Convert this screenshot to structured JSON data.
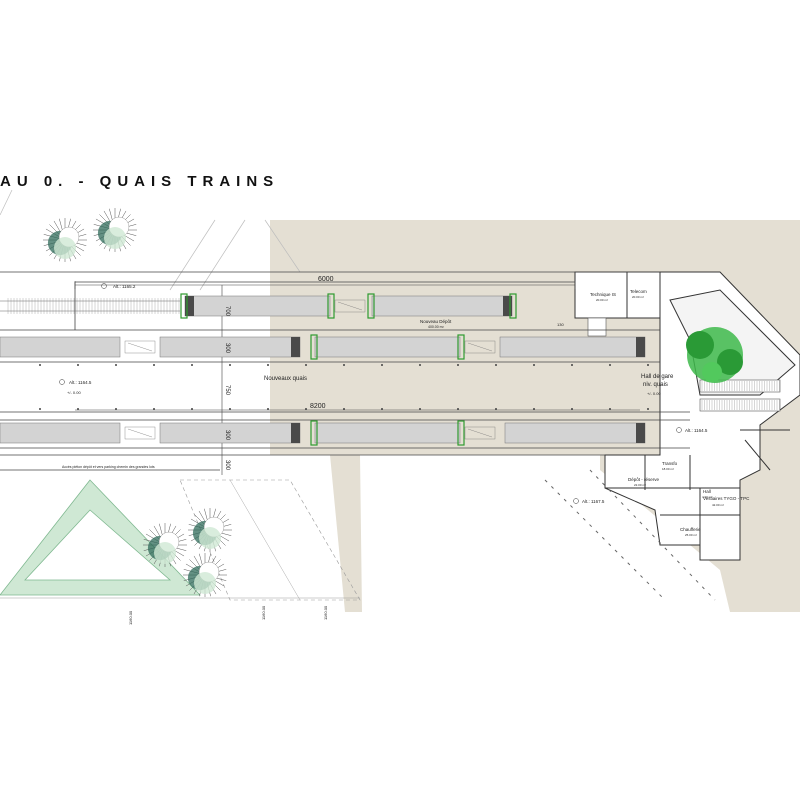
{
  "title": "AU 0. - QUAIS TRAINS",
  "dimensions": {
    "top_length": "6000",
    "mid_length": "8200",
    "track1_width": "700",
    "track2_width": "300",
    "platform_width": "750",
    "track3_width": "300",
    "bottom_width": "300",
    "small_dim": "130"
  },
  "levels": {
    "alt_top": "Alt.: 1165.2",
    "alt_left": "Alt.: 1164.5",
    "alt_left_zero": "+/- 0.00",
    "alt_right": "Alt.: 1164.5",
    "alt_right_zero": "+/- 0.00",
    "alt_south": "Alt.: 1167.5"
  },
  "labels": {
    "nouveau_depot": "Nouveau Dépôt",
    "nouveau_depot_area": "400.00 m²",
    "nouveaux_quais": "Nouveaux quais",
    "hall_line1": "Hall de gare",
    "hall_line2": "niv. quais",
    "access_note": "Accès piéton dépôt et vers parking chemin des grandes lots"
  },
  "rooms": [
    {
      "name": "Technique IS",
      "area": "20.00 m²"
    },
    {
      "name": "Telecom",
      "area": "20.00 m²"
    },
    {
      "name": "Dépôt - réserve",
      "area": "22.00 m²"
    },
    {
      "name": "Transfo",
      "area": "18.00 m²"
    },
    {
      "name": "Hall",
      "area": "4.00 m²"
    },
    {
      "name": "Vestiaires TYGO - TPC",
      "area": "42.00 m²"
    },
    {
      "name": "Chaufferie",
      "area": "25.00 m²"
    }
  ],
  "elevations": [
    "1160.00",
    "1160.00",
    "1160.00"
  ],
  "colors": {
    "terrain": "#e4dfd3",
    "train_body": "#d3d3d3",
    "train_cab": "#4a4a4a",
    "bogie_green": "#2e9a2e",
    "landscape_green": "#cfe8d4",
    "tree_green": "#3db84a"
  }
}
